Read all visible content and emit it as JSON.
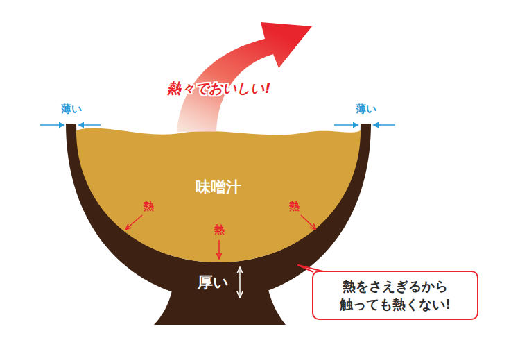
{
  "diagram": {
    "nodes": [
      {
        "text": [
          "熱をさえぎるから 触っても熱くない!"
        ]
      }
    ],
    "edges": [],
    "labels": [
      "熱々でおいしい!",
      "薄い",
      "薄い",
      "味噌汁",
      "熱",
      "熱",
      "熱",
      "厚い"
    ]
  }
}
